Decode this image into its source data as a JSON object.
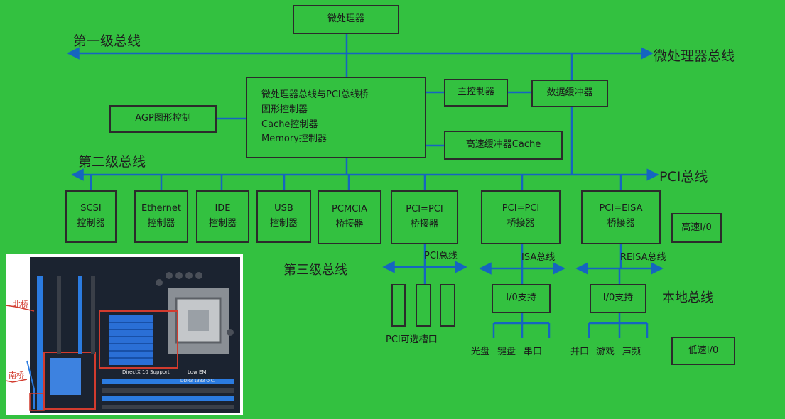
{
  "title": {
    "microprocessor": "微处理器"
  },
  "bus_labels": {
    "level1": "第一级总线",
    "cpu_bus": "微处理器总线",
    "level2": "第二级总线",
    "pci_bus": "PCI总线",
    "level3": "第三级总线",
    "local_bus": "本地总线",
    "pci_bus_small": "PCI总线",
    "isa_bus": "ISA总线",
    "eisa_bus": "REISA总线"
  },
  "north_bridge": {
    "lines": [
      "微处理器总线与PCI总线桥",
      "图形控制器",
      "Cache控制器",
      "Memory控制器"
    ]
  },
  "agp": "AGP图形控制",
  "main_controller": "主控制器",
  "data_buffer": "数据缓冲器",
  "cache": "高速缓冲器Cache",
  "controllers": [
    {
      "line1": "SCSI",
      "line2": "控制器"
    },
    {
      "line1": "Ethernet",
      "line2": "控制器"
    },
    {
      "line1": "IDE",
      "line2": "控制器"
    },
    {
      "line1": "USB",
      "line2": "控制器"
    },
    {
      "line1": "PCMCIA",
      "line2": "桥接器"
    },
    {
      "line1": "PCI=PCI",
      "line2": "桥接器"
    },
    {
      "line1": "PCI=PCI",
      "line2": "桥接器"
    },
    {
      "line1": "PCI=EISA",
      "line2": "桥接器"
    }
  ],
  "high_speed_io": "高速I/0",
  "low_speed_io": "低速I/0",
  "pci_slots": "PCI可选槽口",
  "io_support_1": "I/0支持",
  "io_support_2": "I/0支持",
  "io_devices_1": [
    "光盘",
    "键盘",
    "串口"
  ],
  "io_devices_2": [
    "并口",
    "游戏",
    "声频"
  ],
  "board": {
    "north_label": "北桥",
    "south_label": "南桥",
    "silk1": "DirectX 10 Support",
    "silk2": "Low EMI",
    "silk3": "DDR3 1333 O.C."
  },
  "colors": {
    "background": "#33c140",
    "bus": "#1565c0",
    "border": "#2b2b2b"
  }
}
